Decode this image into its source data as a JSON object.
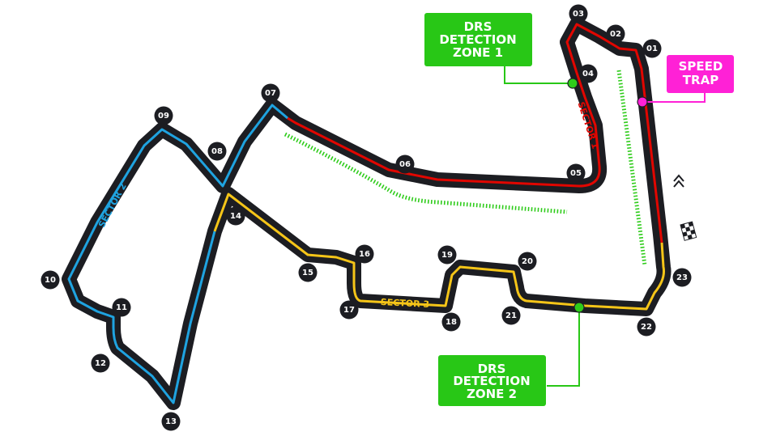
{
  "turns": [
    "01",
    "02",
    "03",
    "04",
    "05",
    "06",
    "07",
    "08",
    "09",
    "10",
    "11",
    "12",
    "13",
    "14",
    "15",
    "16",
    "17",
    "18",
    "19",
    "20",
    "21",
    "22",
    "23"
  ],
  "sectors": {
    "s1": "SECTOR 1",
    "s2": "SECTOR 2",
    "s3": "SECTOR 3"
  },
  "labels": {
    "drs1": [
      "DRS",
      "DETECTION",
      "ZONE 1"
    ],
    "drs2": [
      "DRS",
      "DETECTION",
      "ZONE 2"
    ],
    "speed_trap": [
      "SPEED",
      "TRAP"
    ]
  },
  "colors": {
    "track": "#1c1d22",
    "sector1": "#e10600",
    "sector2": "#1fa3e0",
    "sector3": "#f5c518",
    "drs_green": "#2ecc1a",
    "drs_box": "#28c716",
    "speed_trap": "#ff21d6",
    "turn_badge": "#1c1d22"
  }
}
